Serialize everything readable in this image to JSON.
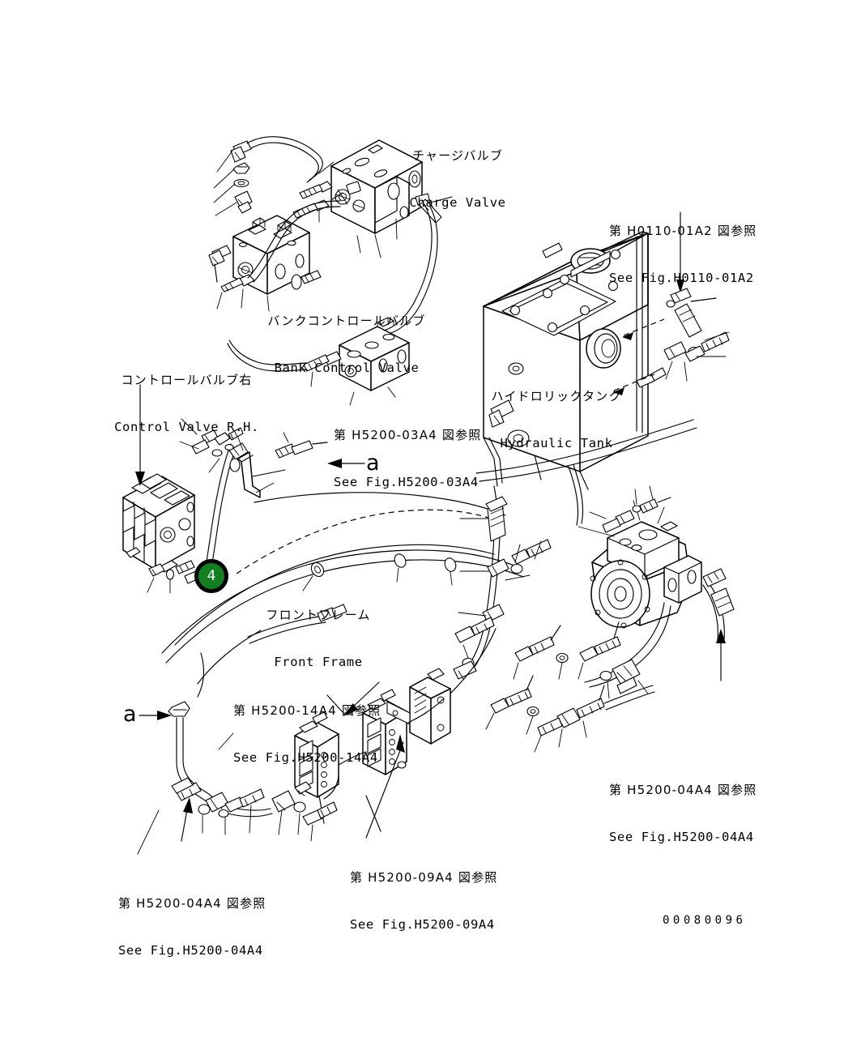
{
  "document": {
    "type": "parts-catalog-exploded-diagram",
    "drawing_number": "00080096"
  },
  "labels": {
    "charge_valve": {
      "jp": "チャージバルブ",
      "en": "Charge Valve"
    },
    "bank_control_valve": {
      "jp": "バンクコントロールバルブ",
      "en": "Bank Control Valve"
    },
    "control_valve_rh": {
      "jp": "コントロールバルブ右",
      "en": "Control Valve R.H."
    },
    "hydraulic_tank": {
      "jp": "ハイドロリックタンク",
      "en": "Hydraulic Tank"
    },
    "front_frame": {
      "jp": "フロントフレーム",
      "en": "Front Frame"
    }
  },
  "references": {
    "ref_h0110_01a2": {
      "jp": "第 H0110-01A2 図参照",
      "en": "See Fig.H0110-01A2"
    },
    "ref_h5200_03a4": {
      "jp": "第 H5200-03A4 図参照",
      "en": "See Fig.H5200-03A4"
    },
    "ref_h5200_14a4": {
      "jp": "第 H5200-14A4 図参照",
      "en": "See Fig.H5200-14A4"
    },
    "ref_h5200_09a4": {
      "jp": "第 H5200-09A4 図参照",
      "en": "See Fig.H5200-09A4"
    },
    "ref_h5200_04a4_left": {
      "jp": "第 H5200-04A4 図参照",
      "en": "See Fig.H5200-04A4"
    },
    "ref_h5200_04a4_right": {
      "jp": "第 H5200-04A4 図参照",
      "en": "See Fig.H5200-04A4"
    }
  },
  "section_marks": {
    "upper": "a",
    "lower": "a"
  },
  "callouts": [
    {
      "number": "4",
      "color": "#128021",
      "text_color": "#ffffff"
    }
  ]
}
